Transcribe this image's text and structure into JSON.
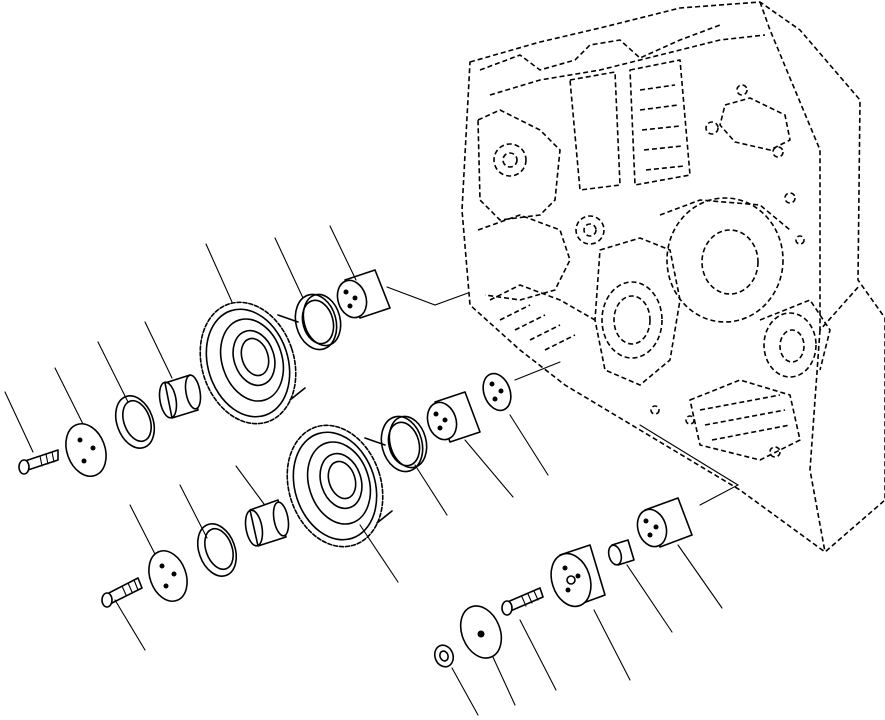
{
  "diagram": {
    "parts": [
      {
        "id": "upper-bolt"
      },
      {
        "id": "upper-thrust-plate"
      },
      {
        "id": "upper-thrust-washer"
      },
      {
        "id": "upper-bushing"
      },
      {
        "id": "upper-idler-gear"
      },
      {
        "id": "upper-seal-ring"
      },
      {
        "id": "upper-idler-shaft"
      },
      {
        "id": "lower-bolt"
      },
      {
        "id": "lower-thrust-plate"
      },
      {
        "id": "lower-thrust-washer"
      },
      {
        "id": "lower-bushing"
      },
      {
        "id": "lower-idler-gear"
      },
      {
        "id": "lower-seal-ring"
      },
      {
        "id": "lower-idler-shaft"
      },
      {
        "id": "shaft-end-plate"
      },
      {
        "id": "small-shaft"
      },
      {
        "id": "small-spacer"
      },
      {
        "id": "hub"
      },
      {
        "id": "hub-bolt"
      },
      {
        "id": "cover-plate"
      },
      {
        "id": "nut"
      },
      {
        "id": "timing-gear-case"
      }
    ]
  }
}
